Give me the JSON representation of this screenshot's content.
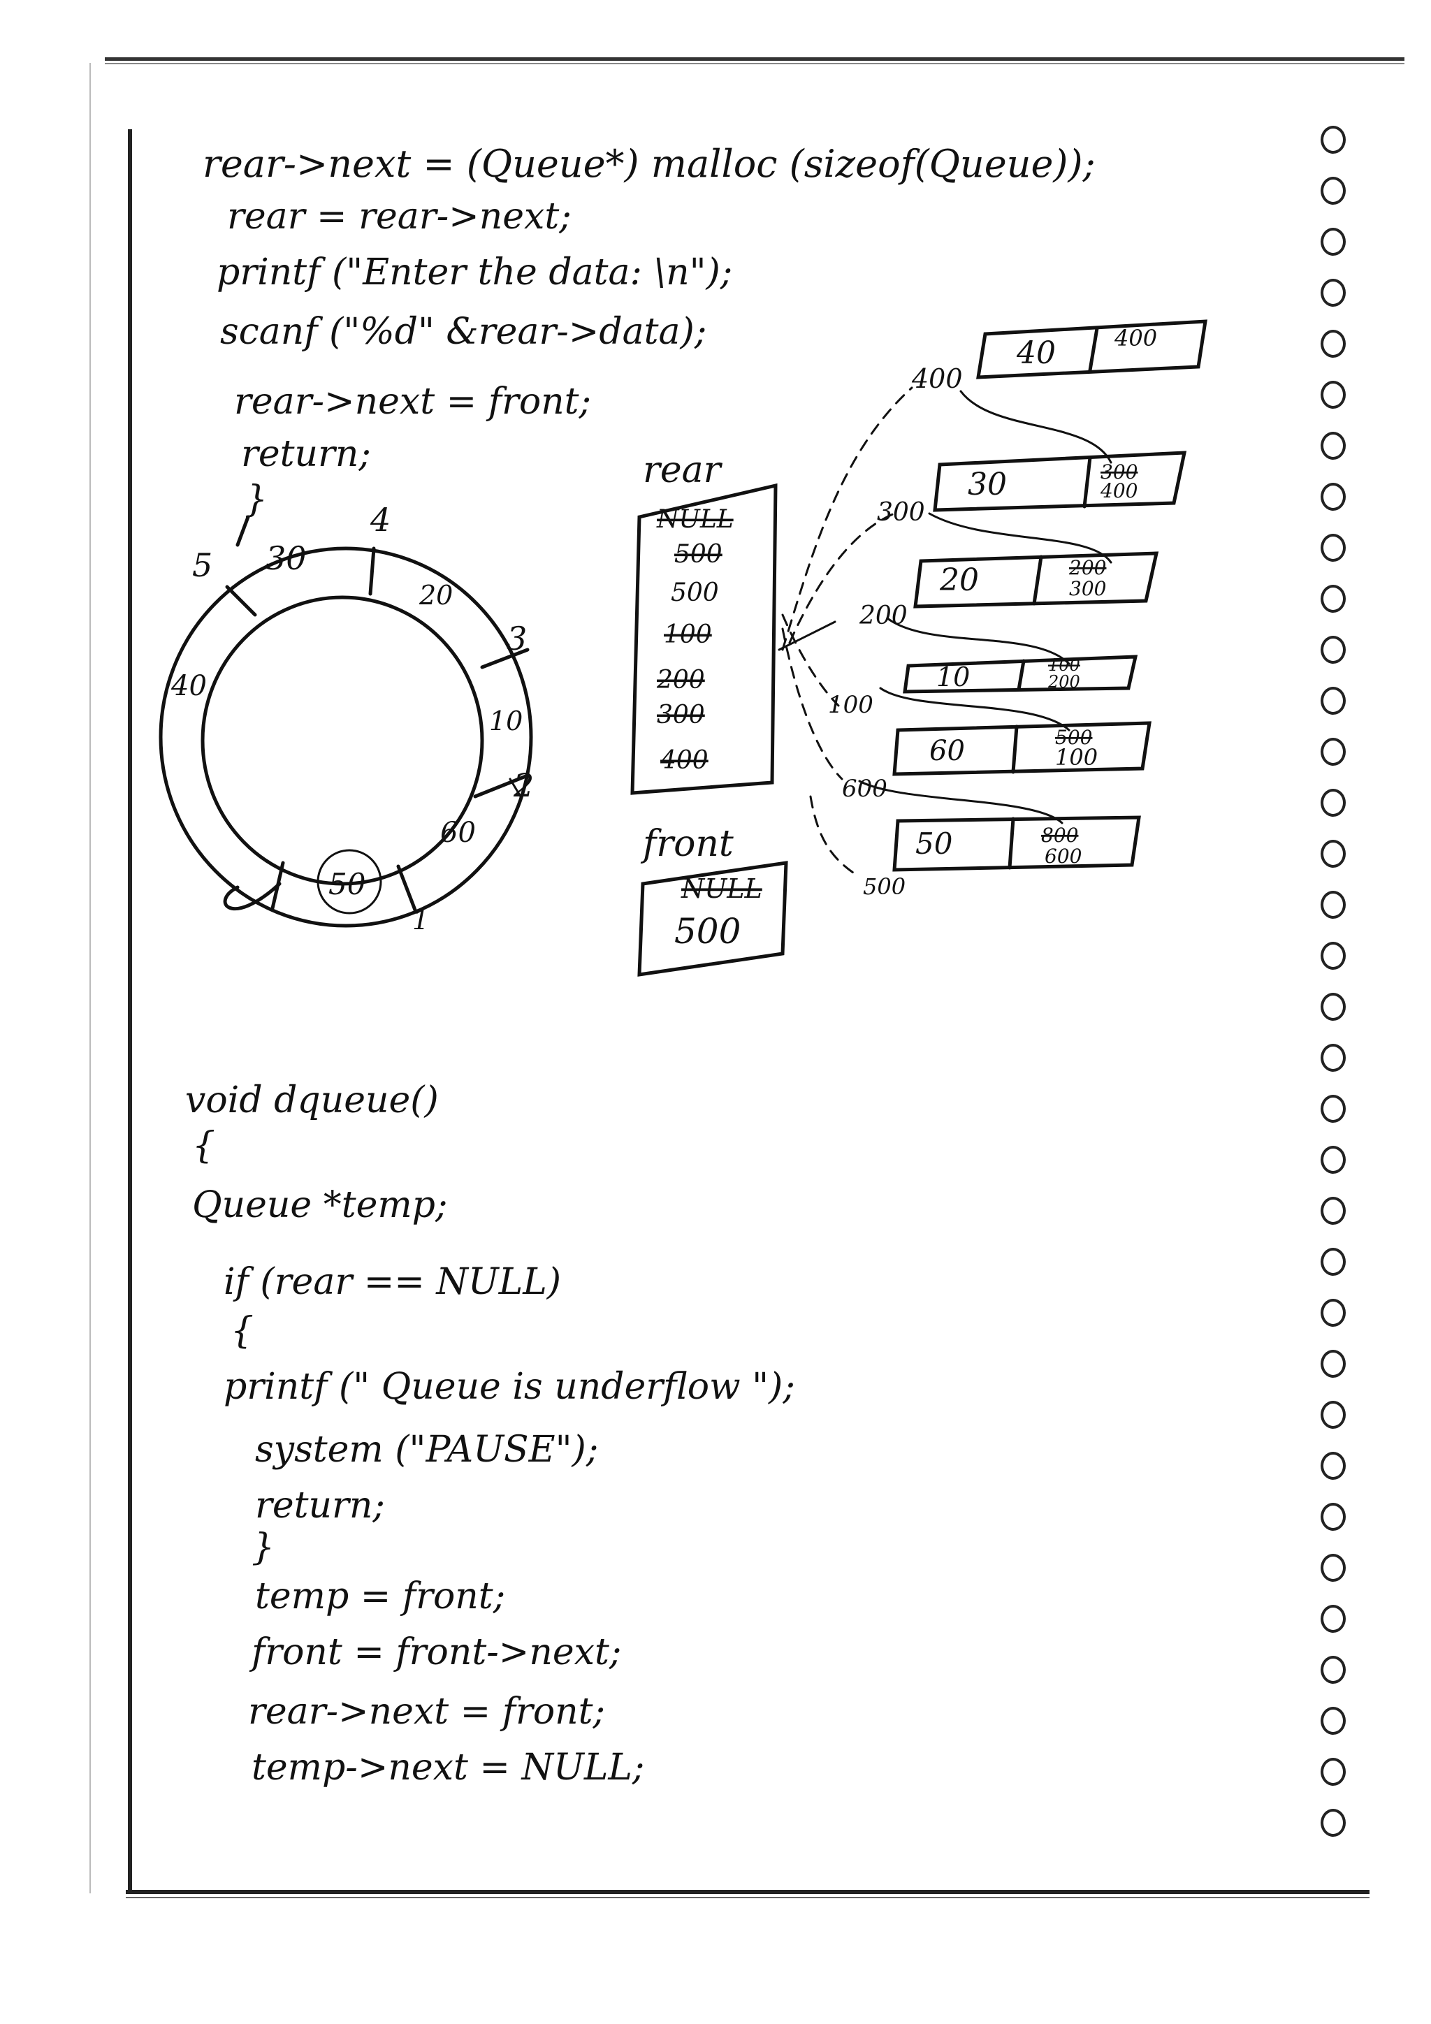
{
  "code_top": [
    "rear->next = (Queue*) malloc (sizeof(Queue));",
    "rear = rear->next;",
    "printf (\"Enter the data: \\n\");",
    "scanf (\"%d\" &rear->data);",
    "rear->next = front;",
    "return;",
    "}"
  ],
  "ring": {
    "segment_values": [
      "30",
      "20",
      "10",
      "60",
      "50",
      "40"
    ],
    "position_labels": [
      "5",
      "4",
      "3",
      "2",
      "1"
    ]
  },
  "rear_box": {
    "label": "rear",
    "entries": [
      "NULL",
      "500",
      "500",
      "100",
      "200",
      "300",
      "400"
    ],
    "struck": [
      true,
      true,
      false,
      true,
      true,
      true,
      true
    ]
  },
  "front_box": {
    "label": "front",
    "entries": [
      "NULL",
      "500"
    ],
    "struck": [
      true,
      false
    ]
  },
  "nodes": [
    {
      "data": "40",
      "next": [
        "400"
      ],
      "addr": "400"
    },
    {
      "data": "30",
      "next": [
        "300",
        "400"
      ],
      "addr": "300"
    },
    {
      "data": "20",
      "next": [
        "200",
        "300"
      ],
      "addr": "200"
    },
    {
      "data": "10",
      "next": [
        "100",
        "200"
      ],
      "addr": "100"
    },
    {
      "data": "60",
      "next": [
        "500",
        "100"
      ],
      "addr": "600"
    },
    {
      "data": "50",
      "next": [
        "800",
        "600"
      ],
      "addr": "500"
    }
  ],
  "code_bottom": [
    "void dqueue()",
    "{",
    "Queue *temp;",
    "if (rear == NULL)",
    "{",
    "printf (\" Queue is underflow \");",
    "system (\"PAUSE\");",
    "return;",
    "}",
    "temp = front;",
    "front = front->next;",
    "rear->next = front;",
    "temp->next = NULL;"
  ],
  "colors": {
    "ink": "#111111",
    "paper": "#ffffff"
  }
}
